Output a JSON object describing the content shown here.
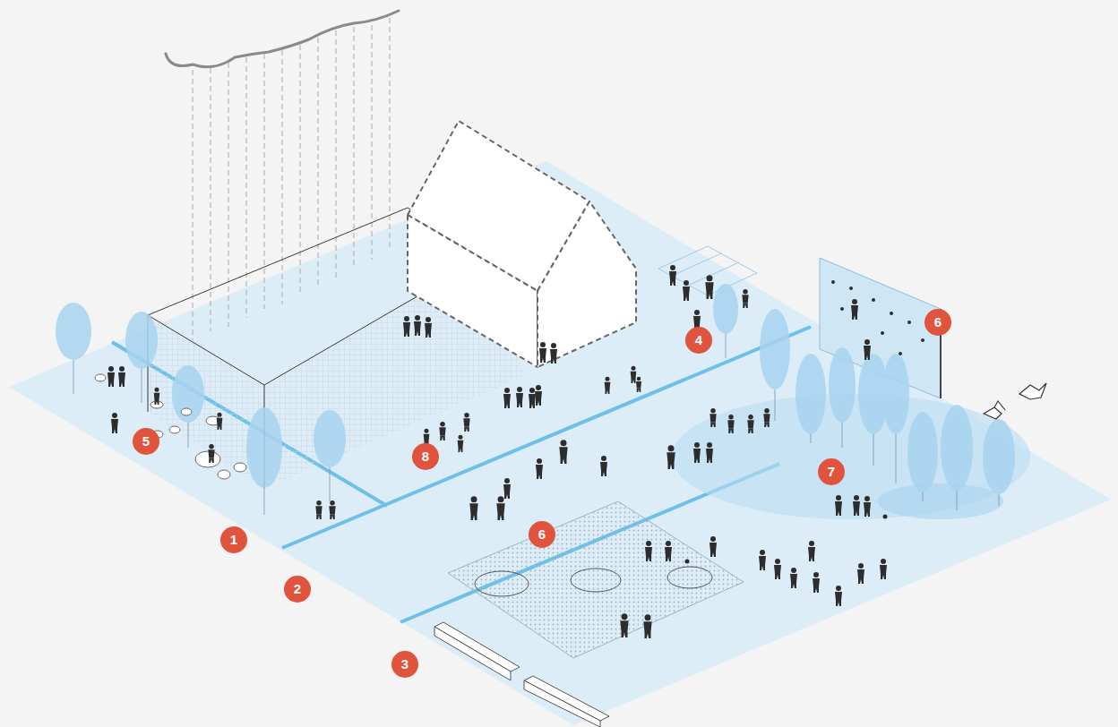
{
  "diagram": {
    "labels": [
      "6",
      "4",
      "8",
      "5",
      "7",
      "6",
      "1",
      "2",
      "3"
    ]
  }
}
